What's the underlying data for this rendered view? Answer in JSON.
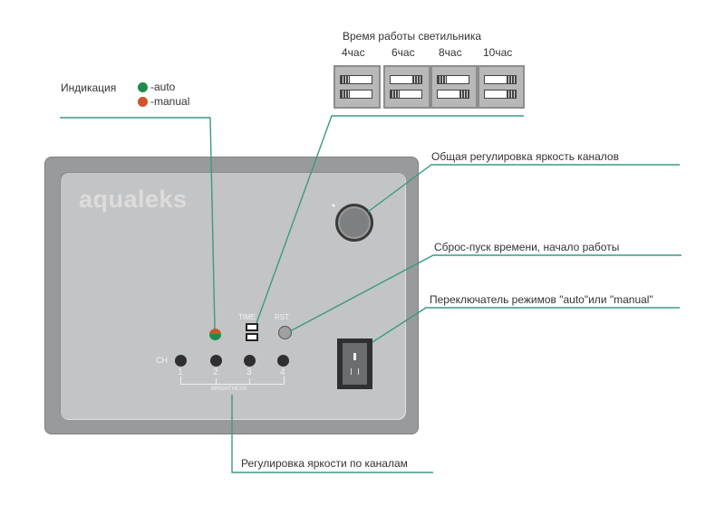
{
  "indication": {
    "label": "Индикация",
    "legend": [
      {
        "color": "#1e8a4c",
        "text": "-auto"
      },
      {
        "color": "#d2522a",
        "text": "-manual"
      }
    ]
  },
  "timer": {
    "title": "Время работы светильника",
    "options": [
      {
        "label": "4час",
        "switch_top": "left",
        "switch_bottom": "left"
      },
      {
        "label": "6час",
        "switch_top": "right",
        "switch_bottom": "left"
      },
      {
        "label": "8час",
        "switch_top": "left",
        "switch_bottom": "right"
      },
      {
        "label": "10час",
        "switch_top": "right",
        "switch_bottom": "right"
      }
    ]
  },
  "callouts": {
    "master_brightness": "Общая регулировка  яркость каналов",
    "reset": "Сброс-пуск времени, начало работы",
    "mode_switch": "Переключатель режимов \"auto\"или \"manual\"",
    "channel_brightness": "Регулировка  яркости по каналам"
  },
  "panel": {
    "brand": "aqualeks",
    "time_label": "TIME",
    "rst_label": "RST",
    "ch_label": "CH",
    "channels": [
      "1",
      "2",
      "3",
      "4"
    ],
    "brightness_label": "BRIGHTNESS"
  },
  "colors": {
    "leader_line": "#3a9a86",
    "auto": "#1e8a4c",
    "manual": "#d2522a"
  }
}
